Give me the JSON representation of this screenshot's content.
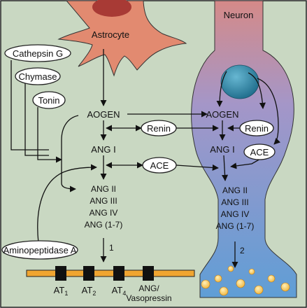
{
  "labels": {
    "astrocyte": "Astrocyte",
    "neuron": "Neuron",
    "cathepsin_g": "Cathepsin G",
    "chymase": "Chymase",
    "tonin": "Tonin",
    "aogen_left": "AOGEN",
    "aogen_right": "AOGEN",
    "renin_center": "Renin",
    "renin_neuron": "Renin",
    "ang1_left": "ANG I",
    "ang1_right": "ANG I",
    "ace_center": "ACE",
    "ace_neuron": "ACE",
    "aminopeptidase_a": "Aminopeptidase A",
    "path_1": "1",
    "path_2": "2"
  },
  "peptides_left": [
    "ANG II",
    "ANG III",
    "ANG IV",
    "ANG (1-7)"
  ],
  "peptides_right": [
    "ANG II",
    "ANG III",
    "ANG IV",
    "ANG (1-7)"
  ],
  "receptors": {
    "at1": {
      "base": "AT",
      "sub": "1"
    },
    "at2": {
      "base": "AT",
      "sub": "2"
    },
    "at4": {
      "base": "AT",
      "sub": "4"
    },
    "ang_line1": "ANG/",
    "ang_line2": "Vasopressin"
  },
  "colors": {
    "background": "#c9d8c2",
    "astrocyte": "#e28a70",
    "astrocyte_nucleus": "#a83a35",
    "neuron_top": "#d58a88",
    "neuron_middle": "#a496c8",
    "neuron_bottom": "#5f9ed6",
    "neuron_nucleus": "#2e7f9e",
    "membrane": "#f0a531",
    "receptor": "#111111",
    "vesicle": "#f4c04a"
  }
}
